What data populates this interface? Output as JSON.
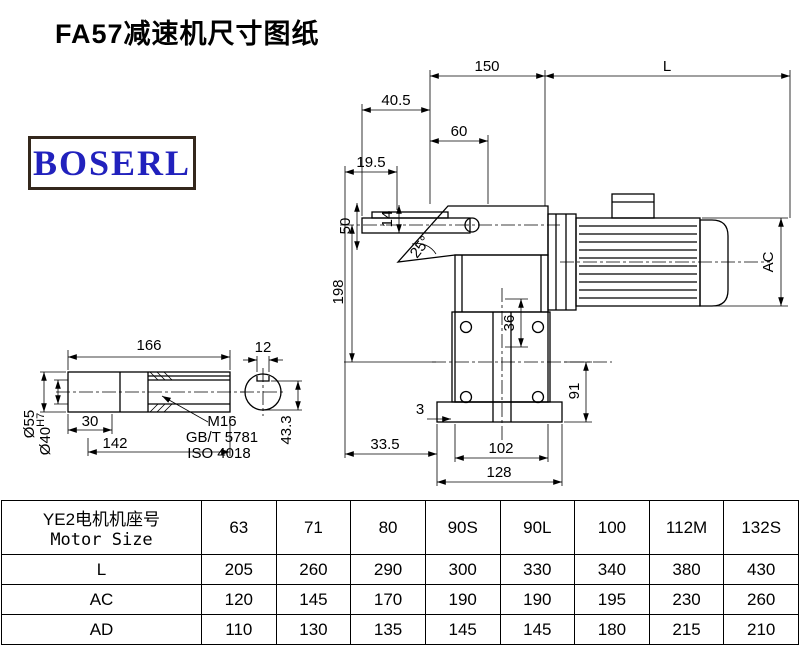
{
  "page": {
    "title": "FA57减速机尺寸图纸"
  },
  "logo": {
    "text": "BOSERL",
    "text_color": "#2121bd",
    "border_color": "#34281c"
  },
  "drawing": {
    "dims": {
      "d150": "150",
      "dL": "L",
      "d40_5": "40.5",
      "d60": "60",
      "d19_5": "19.5",
      "d50": "50",
      "d14": "14",
      "d198": "198",
      "d25": "25°",
      "d36": "36",
      "dAC": "AC",
      "d91": "91",
      "d3": "3",
      "d33_5": "33.5",
      "d102": "102",
      "d128": "128"
    },
    "shaft_detail": {
      "d166": "166",
      "d12": "12",
      "d30": "30",
      "d142": "142",
      "d55": "Ø55",
      "d40": "Ø40",
      "d40_sup": "H7",
      "d43_3": "43.3",
      "m16": "M16",
      "gb": "GB/T 5781",
      "iso": "ISO 4018"
    }
  },
  "table": {
    "motor_label_cn": "YE2电机机座号",
    "motor_label_en": "Motor Size",
    "sizes": [
      "63",
      "71",
      "80",
      "90S",
      "90L",
      "100",
      "112M",
      "132S"
    ],
    "rows": [
      {
        "label": "L",
        "values": [
          "205",
          "260",
          "290",
          "300",
          "330",
          "340",
          "380",
          "430"
        ]
      },
      {
        "label": "AC",
        "values": [
          "120",
          "145",
          "170",
          "190",
          "190",
          "195",
          "230",
          "260"
        ]
      },
      {
        "label": "AD",
        "values": [
          "110",
          "130",
          "135",
          "145",
          "145",
          "180",
          "215",
          "210"
        ]
      }
    ]
  }
}
